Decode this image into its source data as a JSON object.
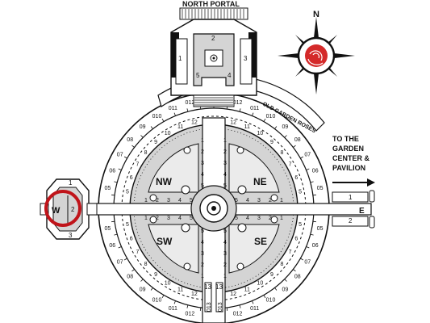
{
  "north_portal": "NORTH PORTAL",
  "compass_letter": "N",
  "old_garden_roses": "OLD GARDEN ROSES",
  "directions": [
    "TO THE",
    "GARDEN",
    "CENTER &",
    "PAVILION"
  ],
  "east_letter": "E",
  "west_letter": "W",
  "quadrants": {
    "nw": "NW",
    "ne": "NE",
    "sw": "SW",
    "se": "SE"
  },
  "portal_beds": [
    "1",
    "2",
    "3",
    "4",
    "5"
  ],
  "west_pod_beds": [
    "1",
    "2",
    "3"
  ],
  "east_path_beds": [
    "1",
    "2"
  ],
  "inner_bed_numbers": [
    "1",
    "2",
    "3",
    "4",
    "5"
  ],
  "middle_ring_numbers": [
    "5",
    "6",
    "7",
    "8",
    "9",
    "10",
    "11",
    "12"
  ],
  "outer_ring_numbers": [
    "05",
    "06",
    "07",
    "08",
    "09",
    "010",
    "011",
    "012"
  ],
  "south_gate_numbers": [
    "13",
    "013"
  ],
  "colors": {
    "highlight_ring": "#c0141a",
    "rose": "#d42a2a",
    "compass_red": "#d42a2a",
    "garden_gray": "#d4d4d4",
    "ink": "#111111"
  },
  "icons": [
    "compass-rose-icon",
    "rose-icon",
    "arrow-right-icon",
    "highlight-ring-icon",
    "bench-icon",
    "fountain-icon"
  ]
}
